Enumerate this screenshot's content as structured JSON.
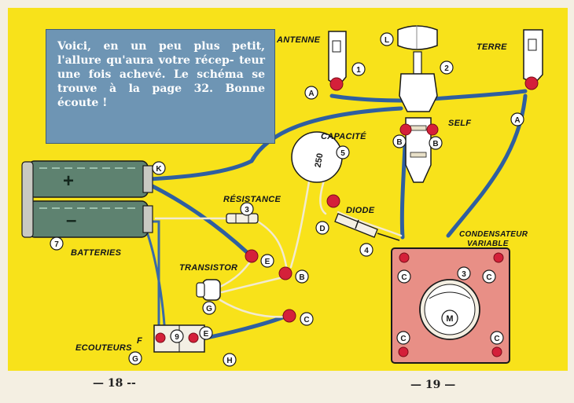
{
  "caption": {
    "text": "Voici, en un peu plus petit, l'allure qu'aura votre récep- teur une fois achevé. Le schéma se trouve à la page 32. Bonne écoute !"
  },
  "components": {
    "antenne": "ANTENNE",
    "terre": "TERRE",
    "self": "SELF",
    "capacite": "CAPACITÉ",
    "resistance": "RÉSISTANCE",
    "diode": "DIODE",
    "transistor": "TRANSISTOR",
    "batteries": "BATTERIES",
    "ecouteurs": "ECOUTEURS",
    "condensateur": "CONDENSATEUR",
    "variable": "VARIABLE"
  },
  "markers": {
    "A": "A",
    "B": "B",
    "C": "C",
    "D": "D",
    "E": "E",
    "F": "F",
    "G": "G",
    "H": "H",
    "K": "K",
    "L": "L",
    "M": "M",
    "n1": "1",
    "n2": "2",
    "n3": "3",
    "n4": "4",
    "n5": "5",
    "n7": "7",
    "n9": "9"
  },
  "symbols": {
    "plus": "+",
    "minus": "–"
  },
  "capacitor_marking": "250",
  "page_numbers": {
    "left": "— 18 --",
    "right": "— 19 —"
  },
  "colors": {
    "background": "#f8e21a",
    "caption_box": "#6e95b4",
    "wire": "#2f5fa0",
    "contact": "#d4203a",
    "battery": "#5e8270",
    "condenser_plate": "#e88f86"
  }
}
